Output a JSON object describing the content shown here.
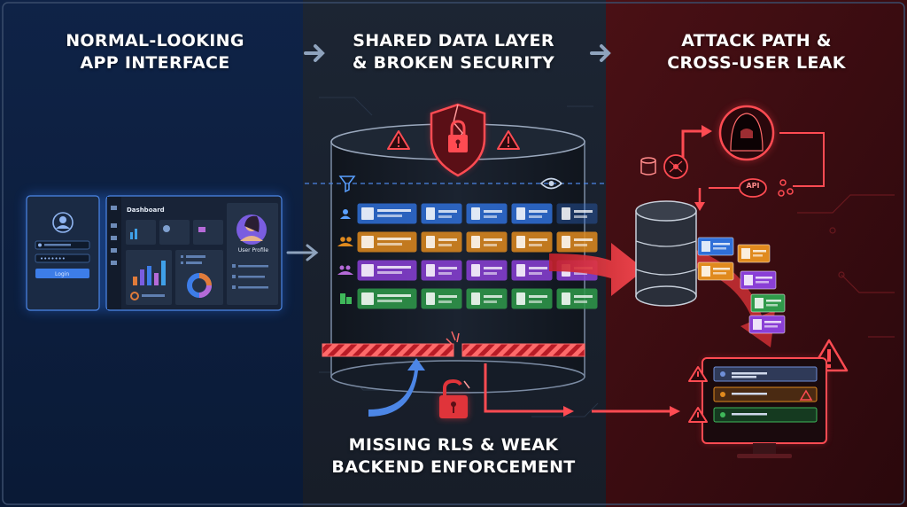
{
  "panels": {
    "interface": {
      "title": "NORMAL-LOOKING\nAPP INTERFACE",
      "accent": "#2e6cd6"
    },
    "data_layer": {
      "title": "SHARED DATA LAYER\n& BROKEN SECURITY",
      "accent": "#8aa0b8"
    },
    "attack": {
      "title": "ATTACK PATH &\nCROSS-USER LEAK",
      "accent": "#e0343a"
    }
  },
  "app_mock": {
    "dashboard_title": "Dashboard",
    "login_button": "Login",
    "profile_label": "User Profile"
  },
  "attack_path": {
    "api_label": "API"
  },
  "footer": {
    "title": "MISSING RLS & WEAK\nBACKEND ENFORCEMENT"
  },
  "row_colors": [
    "#2f6fd8",
    "#e08a1e",
    "#8a3fd6",
    "#2f9a4a"
  ],
  "icons": [
    "user-icon",
    "users-icon",
    "team-icon",
    "building-icon",
    "shield-lock-icon",
    "warning-icon",
    "filter-icon",
    "eye-icon",
    "broken-lock-icon",
    "hacker-icon",
    "api-icon",
    "database-icon",
    "network-icon",
    "monitor-icon"
  ]
}
